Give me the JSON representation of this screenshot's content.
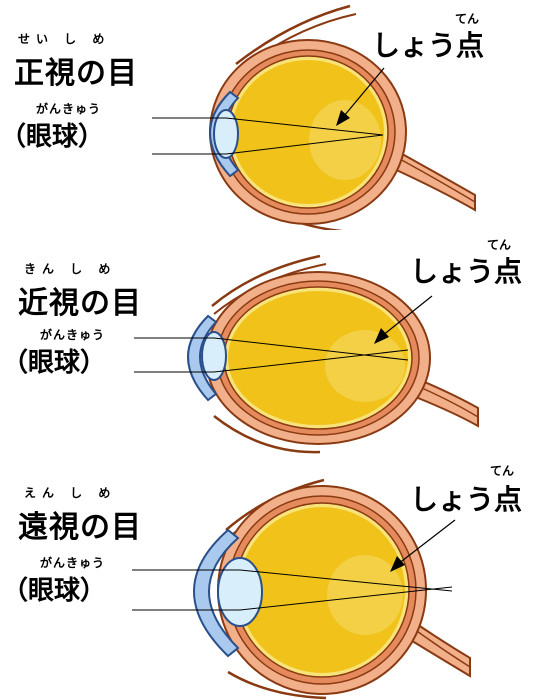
{
  "normal": {
    "title_ruby": "せい し   め",
    "title": "正視の目",
    "sub_ruby": "がんきゅう",
    "sub": "（眼球）",
    "focus_ruby": "てん",
    "focus": "しょう点"
  },
  "myopia": {
    "title_ruby": "きん し   め",
    "title": "近視の目",
    "sub_ruby": "がんきゅう",
    "sub": "（眼球）",
    "focus_ruby": "てん",
    "focus": "しょう点"
  },
  "hyperopia": {
    "title_ruby": "えん し   め",
    "title": "遠視の目",
    "sub_ruby": "がんきゅう",
    "sub": "（眼球）",
    "focus_ruby": "てん",
    "focus": "しょう点"
  },
  "colors": {
    "sclera": "#f2b08a",
    "sclera_stroke": "#8a3a12",
    "choroid": "#e48a5c",
    "vitreous": "#f0c21a",
    "retina": "#f7e37a",
    "cornea": "#a9c9ee",
    "lens": "#d8eefb"
  }
}
